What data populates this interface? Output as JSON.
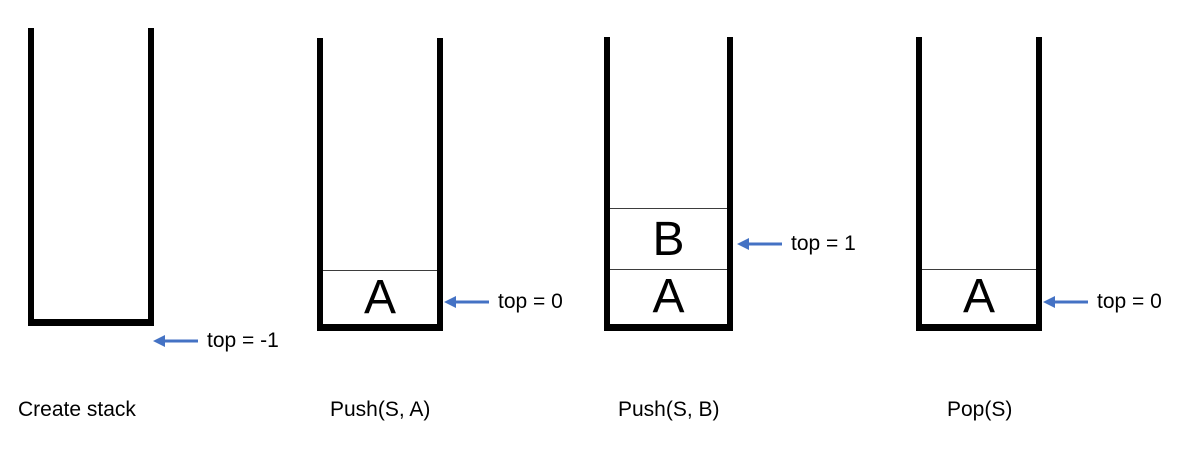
{
  "diagram": {
    "stacks": [
      {
        "caption": "Create stack",
        "pointer_label": "top = -1",
        "cells": []
      },
      {
        "caption": "Push(S, A)",
        "pointer_label": "top = 0",
        "cells": [
          "A"
        ]
      },
      {
        "caption": "Push(S, B)",
        "pointer_label": "top = 1",
        "cells": [
          "A",
          "B"
        ]
      },
      {
        "caption": "Pop(S)",
        "pointer_label": "top = 0",
        "cells": [
          "A"
        ]
      }
    ],
    "colors": {
      "arrow": "#4472C4",
      "outline": "#000000",
      "divider": "#3d3d3d",
      "text": "#000000"
    }
  }
}
